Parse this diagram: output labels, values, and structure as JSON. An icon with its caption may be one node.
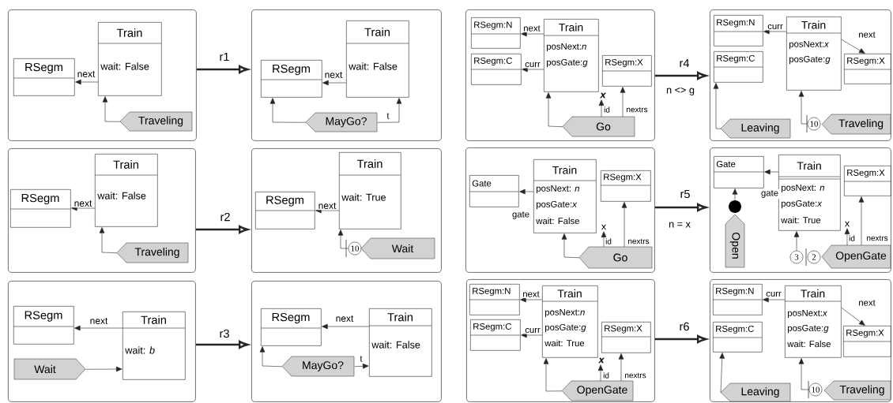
{
  "diagram": {
    "nodes": [
      {
        "text": [],
        "shape": "box"
      },
      {
        "text": [
          "RSegm"
        ],
        "in": 0
      },
      {
        "text": [
          "Train",
          "wait: False"
        ],
        "in": 0
      },
      {
        "text": [
          "Traveling"
        ],
        "in": 0
      },
      {
        "text": [],
        "shape": "box"
      },
      {
        "text": [
          "RSegm"
        ],
        "in": 4
      },
      {
        "text": [
          "Train",
          "wait: False"
        ],
        "in": 4
      },
      {
        "text": [
          "MayGo?"
        ],
        "in": 4
      },
      {
        "text": [],
        "shape": "box"
      },
      {
        "text": [
          "RSegm:N"
        ],
        "in": 8
      },
      {
        "text": [
          "RSegm:C"
        ],
        "in": 8
      },
      {
        "text": [
          "Train",
          "posNext:*n*",
          "posGate:*g*"
        ],
        "in": 8
      },
      {
        "text": [
          "RSegm:X"
        ],
        "in": 8
      },
      {
        "text": [
          "x"
        ],
        "in": 8
      },
      {
        "text": [
          "Go"
        ],
        "in": 8
      },
      {
        "text": [],
        "shape": "box"
      },
      {
        "text": [
          "RSegm:N"
        ],
        "in": 15
      },
      {
        "text": [
          "RSegm:C"
        ],
        "in": 15
      },
      {
        "text": [
          "Train",
          "posNext:*x*",
          "posGate:*g*"
        ],
        "in": 15
      },
      {
        "text": [
          "RSegm:X"
        ],
        "in": 15
      },
      {
        "text": [
          "Leaving"
        ],
        "in": 15
      },
      {
        "text": [
          "10"
        ],
        "in": 15
      },
      {
        "text": [
          "Traveling"
        ],
        "in": 15
      },
      {
        "text": [],
        "shape": "box"
      },
      {
        "text": [
          "RSegm"
        ],
        "in": 23
      },
      {
        "text": [
          "Train",
          "wait: False"
        ],
        "in": 23
      },
      {
        "text": [
          "Traveling"
        ],
        "in": 23
      },
      {
        "text": [],
        "shape": "box"
      },
      {
        "text": [
          "RSegm"
        ],
        "in": 27
      },
      {
        "text": [
          "Train",
          "wait: True"
        ],
        "in": 27
      },
      {
        "text": [
          "10"
        ],
        "in": 27
      },
      {
        "text": [
          "Wait"
        ],
        "in": 27
      },
      {
        "text": [],
        "shape": "box"
      },
      {
        "text": [
          "Gate"
        ],
        "in": 32
      },
      {
        "text": [
          "Train",
          "posNext: *n*",
          "posGate:*x*",
          "wait: False"
        ],
        "in": 32
      },
      {
        "text": [
          "RSegm:X"
        ],
        "in": 32
      },
      {
        "text": [
          "x"
        ],
        "in": 32
      },
      {
        "text": [
          "Go"
        ],
        "in": 32
      },
      {
        "text": [],
        "shape": "box"
      },
      {
        "text": [
          "Gate"
        ],
        "in": 38
      },
      {
        "text": [
          "Train",
          "posNext: *n*",
          "posGate:*x*",
          "wait: True"
        ],
        "in": 38
      },
      {
        "text": [
          "RSegm:X"
        ],
        "in": 38
      },
      {
        "text": [
          "x"
        ],
        "in": 38
      },
      {
        "text": [],
        "shape": "circle",
        "in": 38
      },
      {
        "text": [
          "Open"
        ],
        "in": 38
      },
      {
        "text": [
          "3"
        ],
        "in": 38
      },
      {
        "text": [
          "2"
        ],
        "in": 38
      },
      {
        "text": [
          "OpenGate"
        ],
        "in": 38
      },
      {
        "text": [],
        "shape": "box"
      },
      {
        "text": [
          "RSegm"
        ],
        "in": 48
      },
      {
        "text": [
          "Train",
          "wait: *b*"
        ],
        "in": 48
      },
      {
        "text": [
          "Wait"
        ],
        "in": 48
      },
      {
        "text": [],
        "shape": "box"
      },
      {
        "text": [
          "RSegm"
        ],
        "in": 52
      },
      {
        "text": [
          "Train",
          "wait: False"
        ],
        "in": 52
      },
      {
        "text": [
          "MayGo?"
        ],
        "in": 52
      },
      {
        "text": [],
        "shape": "box"
      },
      {
        "text": [
          "RSegm:N"
        ],
        "in": 56
      },
      {
        "text": [
          "RSegm:C"
        ],
        "in": 56
      },
      {
        "text": [
          "Train",
          "posNext:*n*",
          "posGate:*g*",
          "wait: True"
        ],
        "in": 56
      },
      {
        "text": [
          "RSegm:X"
        ],
        "in": 56
      },
      {
        "text": [
          "x"
        ],
        "in": 56
      },
      {
        "text": [
          "OpenGate"
        ],
        "in": 56
      },
      {
        "text": [],
        "shape": "box"
      },
      {
        "text": [
          "RSegm:N"
        ],
        "in": 63
      },
      {
        "text": [
          "RSegm:C"
        ],
        "in": 63
      },
      {
        "text": [
          "Train",
          "posNext:*x*",
          "posGate:*g*",
          "wait: False"
        ],
        "in": 63
      },
      {
        "text": [
          "RSegm:X"
        ],
        "in": 63
      },
      {
        "text": [
          "Leaving"
        ],
        "in": 63
      },
      {
        "text": [
          "10"
        ],
        "in": 63
      },
      {
        "text": [
          "Traveling"
        ],
        "in": 63
      }
    ],
    "edges": [
      {
        "from": 0,
        "to": 4,
        "arrow": "to",
        "label": "r1",
        "style": "thick"
      },
      {
        "from": 2,
        "to": 1,
        "arrow": "to",
        "label": "next"
      },
      {
        "from": 3,
        "to": 2,
        "arrow": "to"
      },
      {
        "from": 6,
        "to": 5,
        "arrow": "to",
        "label": "next"
      },
      {
        "from": 7,
        "to": 5,
        "arrow": "to"
      },
      {
        "from": 7,
        "to": 6,
        "arrow": "to",
        "label": "t"
      },
      {
        "from": 8,
        "to": 15,
        "arrow": "to",
        "label": "r4",
        "style": "thick"
      },
      {
        "from": 11,
        "to": 9,
        "arrow": "to",
        "label": "next"
      },
      {
        "from": 11,
        "to": 10,
        "arrow": "to",
        "label": "curr"
      },
      {
        "from": 14,
        "to": 11,
        "arrow": "to"
      },
      {
        "from": 14,
        "to": 13,
        "arrow": "to",
        "label": "id"
      },
      {
        "from": 14,
        "to": 12,
        "arrow": "to",
        "label": "nextrs"
      },
      {
        "from": 18,
        "to": 16,
        "arrow": "to",
        "label": "curr"
      },
      {
        "from": 18,
        "to": 19,
        "arrow": "to",
        "label": "next"
      },
      {
        "from": 20,
        "to": 17,
        "arrow": "to"
      },
      {
        "from": 21,
        "to": 18,
        "arrow": "to"
      },
      {
        "from": 23,
        "to": 27,
        "arrow": "to",
        "label": "r2",
        "style": "thick"
      },
      {
        "from": 25,
        "to": 24,
        "arrow": "to",
        "label": "next"
      },
      {
        "from": 26,
        "to": 25,
        "arrow": "to"
      },
      {
        "from": 29,
        "to": 28,
        "arrow": "to",
        "label": "next"
      },
      {
        "from": 30,
        "to": 29,
        "arrow": "to"
      },
      {
        "from": 32,
        "to": 38,
        "arrow": "to",
        "label": "r5",
        "style": "thick"
      },
      {
        "from": 34,
        "to": 33,
        "arrow": "to",
        "label": "gate"
      },
      {
        "from": 37,
        "to": 34,
        "arrow": "to"
      },
      {
        "from": 37,
        "to": 36,
        "arrow": "to",
        "label": "id"
      },
      {
        "from": 37,
        "to": 35,
        "arrow": "to",
        "label": "nextrs"
      },
      {
        "from": 40,
        "to": 39,
        "arrow": "to",
        "label": "gate"
      },
      {
        "from": 43,
        "to": 39,
        "arrow": "to"
      },
      {
        "from": 45,
        "to": 40,
        "arrow": "to"
      },
      {
        "from": 47,
        "to": 42,
        "arrow": "to",
        "label": "id"
      },
      {
        "from": 47,
        "to": 41,
        "arrow": "to",
        "label": "nextrs"
      },
      {
        "from": 48,
        "to": 52,
        "arrow": "to",
        "label": "r3",
        "style": "thick"
      },
      {
        "from": 50,
        "to": 49,
        "arrow": "to",
        "label": "next"
      },
      {
        "from": 51,
        "to": 50,
        "arrow": "to"
      },
      {
        "from": 54,
        "to": 53,
        "arrow": "to",
        "label": "next"
      },
      {
        "from": 55,
        "to": 53,
        "arrow": "to"
      },
      {
        "from": 55,
        "to": 54,
        "arrow": "to",
        "label": "t"
      },
      {
        "from": 56,
        "to": 63,
        "arrow": "to",
        "label": "r6",
        "style": "thick"
      },
      {
        "from": 59,
        "to": 57,
        "arrow": "to",
        "label": "next"
      },
      {
        "from": 59,
        "to": 58,
        "arrow": "to",
        "label": "curr"
      },
      {
        "from": 62,
        "to": 59,
        "arrow": "to"
      },
      {
        "from": 62,
        "to": 61,
        "arrow": "to",
        "label": "id"
      },
      {
        "from": 62,
        "to": 60,
        "arrow": "to",
        "label": "nextrs"
      },
      {
        "from": 66,
        "to": 64,
        "arrow": "to",
        "label": "curr"
      },
      {
        "from": 66,
        "to": 67,
        "arrow": "to",
        "label": "next"
      },
      {
        "from": 68,
        "to": 65,
        "arrow": "to"
      },
      {
        "from": 69,
        "to": 66,
        "arrow": "to"
      }
    ],
    "labels": [
      "n <> g",
      "n = x"
    ]
  }
}
